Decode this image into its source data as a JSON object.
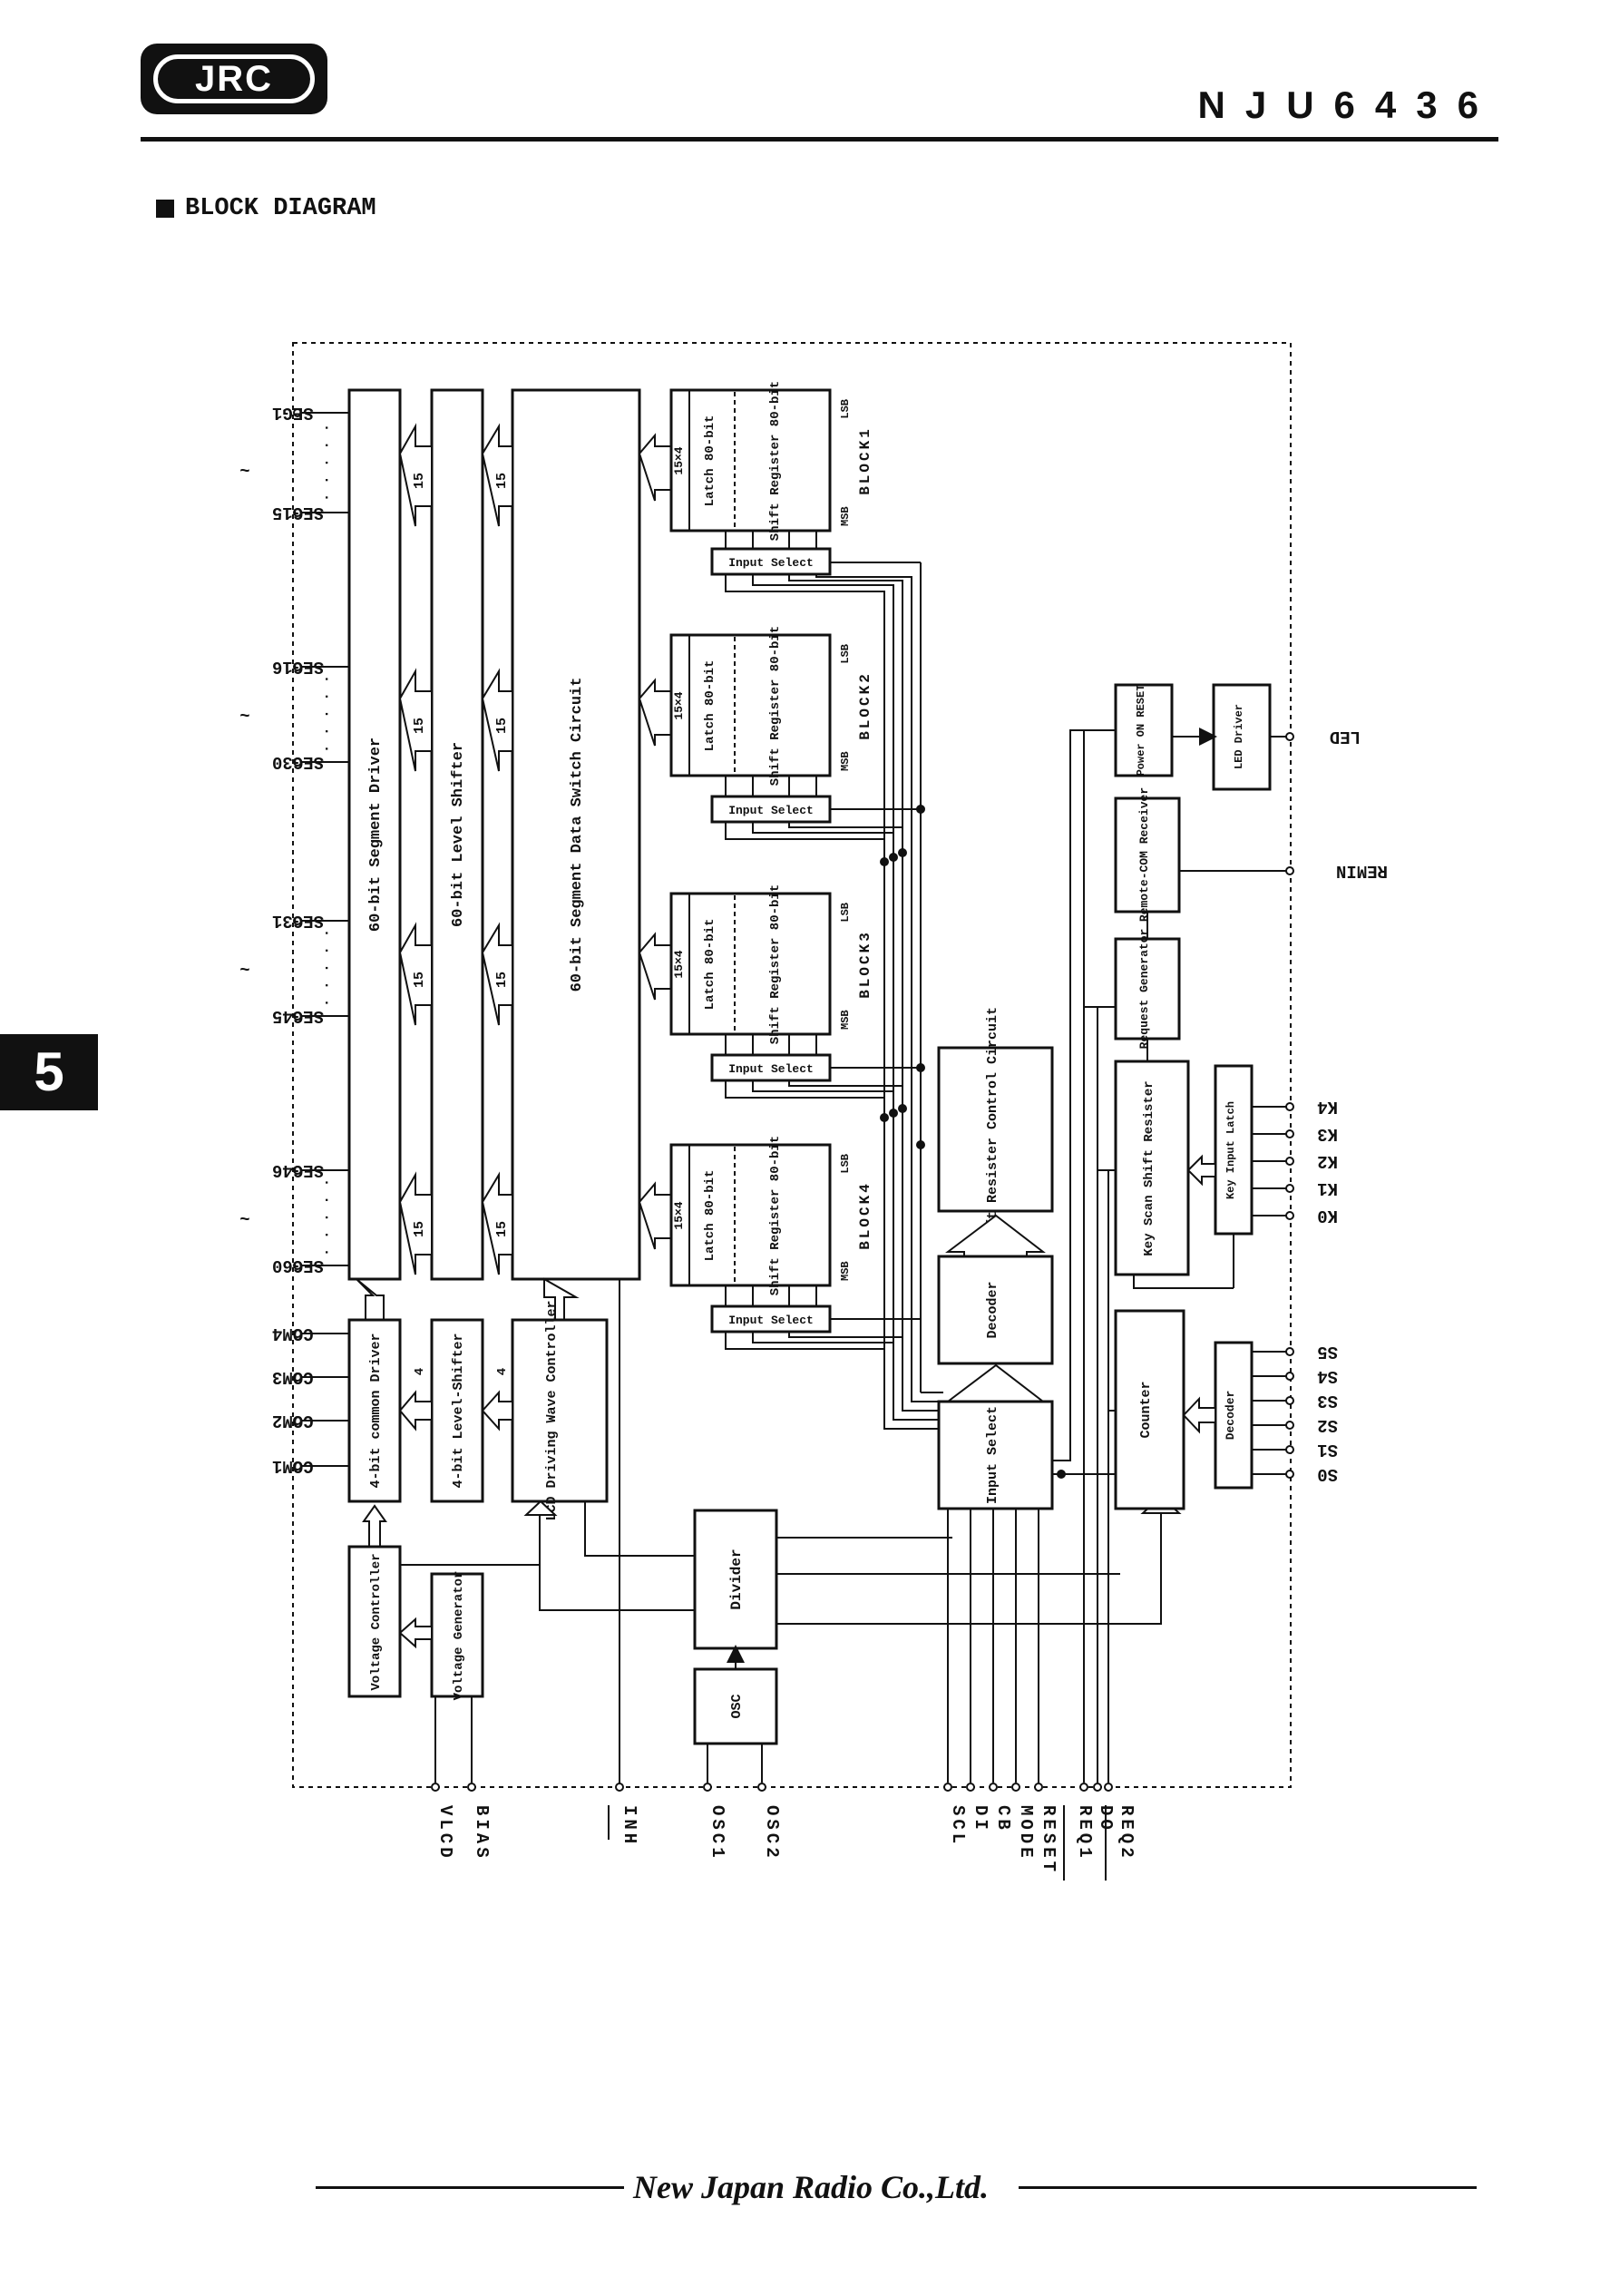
{
  "header": {
    "logo_text": "JRC",
    "part_number": "NJU6436"
  },
  "section": {
    "title": "BLOCK DIAGRAM"
  },
  "chapter_tab": "5",
  "footer": {
    "company": "New Japan Radio Co.,Ltd."
  },
  "diagram": {
    "segment_driver": "60-bit Segment Driver",
    "level_shifter": "60-bit Level Shifter",
    "data_switch": "60-bit Segment Data Switch Circuit",
    "bus_width_15": "15",
    "bus_width_4": "4",
    "common_driver": "4-bit common Driver",
    "common_level_shifter": "4-bit Level-Shifter",
    "lcd_wave_controller": "LCD Driving Wave Controller",
    "voltage_controller": "Voltage Controller",
    "voltage_generator": "Voltage Generator",
    "divider": "Divider",
    "osc": "OSC",
    "latch_label": "15×4",
    "latch_name": "Latch 80-bit",
    "shift_register_name": "Shift Register 80-bit",
    "lsb": "LSB",
    "msb": "MSB",
    "input_select": "Input Select",
    "blocks": [
      "BLOCK1",
      "BLOCK2",
      "BLOCK3",
      "BLOCK4"
    ],
    "shift_control": "Shift Resister Control Circuit",
    "decoder_main": "Decoder",
    "input_select_main": "Input Select",
    "power_on_reset": "Power ON RESET",
    "led_driver": "LED Driver",
    "remote_receiver": "Remote-COM Receiver",
    "request_generator": "Request Generator",
    "key_scan": "Key Scan Shift Resister",
    "key_input_latch": "Key Input Latch",
    "counter": "Counter",
    "decoder_s": "Decoder",
    "segment_pins": {
      "g1_top": "SEG1",
      "g1_bot": "SEG15",
      "g2_top": "SEG16",
      "g2_bot": "SEG30",
      "g3_top": "SEG31",
      "g3_bot": "SEG45",
      "g4_top": "SEG46",
      "g4_bot": "SEG60"
    },
    "com_pins": [
      "COM4",
      "COM3",
      "COM2",
      "COM1"
    ],
    "bottom_pins": [
      "VLCD",
      "BIAS",
      "INH",
      "OSC1",
      "OSC2",
      "SCL",
      "DI",
      "CB",
      "MODE",
      "RESET",
      "REQ1",
      "DO",
      "REQ2"
    ],
    "right_pins": {
      "led": "LED",
      "remin": "REMIN",
      "keys": [
        "K4",
        "K3",
        "K2",
        "K1",
        "K0"
      ],
      "s_outputs": [
        "S5",
        "S4",
        "S3",
        "S2",
        "S1",
        "S0"
      ]
    },
    "tilde": "~",
    "dots": "· · · · ·"
  }
}
